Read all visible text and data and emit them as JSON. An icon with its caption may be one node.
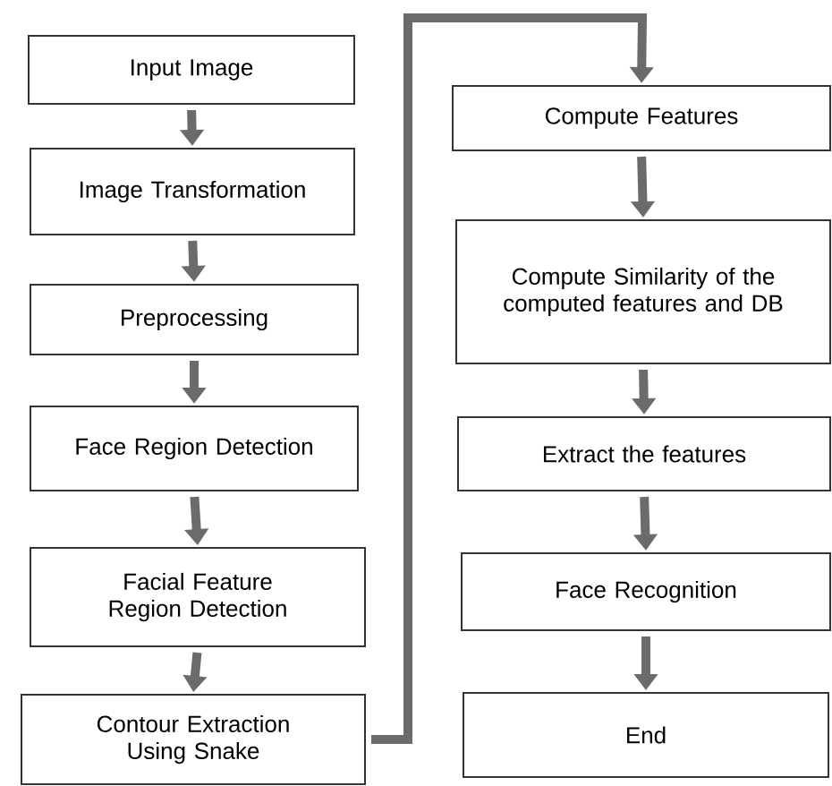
{
  "diagram": {
    "nodes": [
      {
        "text": [
          "Input Image"
        ]
      },
      {
        "text": [
          "Image Transformation"
        ]
      },
      {
        "text": [
          "Preprocessing"
        ]
      },
      {
        "text": [
          "Face Region Detection"
        ]
      },
      {
        "text": [
          "Facial Feature Region Detection"
        ]
      },
      {
        "text": [
          "Contour Extraction Using Snake"
        ]
      },
      {
        "text": [
          "Compute Features"
        ]
      },
      {
        "text": [
          "Compute Similarity of the computed features and DB"
        ]
      },
      {
        "text": [
          "Extract the features"
        ]
      },
      {
        "text": [
          "Face Recognition"
        ]
      },
      {
        "text": [
          "End"
        ]
      }
    ],
    "edges": [
      {
        "from": 0,
        "to": 1,
        "arrow": "to"
      },
      {
        "from": 1,
        "to": 2,
        "arrow": "to"
      },
      {
        "from": 2,
        "to": 3,
        "arrow": "to"
      },
      {
        "from": 3,
        "to": 4,
        "arrow": "to"
      },
      {
        "from": 4,
        "to": 5,
        "arrow": "to"
      },
      {
        "from": 5,
        "to": 6,
        "arrow": "to"
      },
      {
        "from": 6,
        "to": 7,
        "arrow": "to"
      },
      {
        "from": 7,
        "to": 8,
        "arrow": "to"
      },
      {
        "from": 8,
        "to": 9,
        "arrow": "to"
      },
      {
        "from": 9,
        "to": 10,
        "arrow": "to"
      }
    ]
  }
}
